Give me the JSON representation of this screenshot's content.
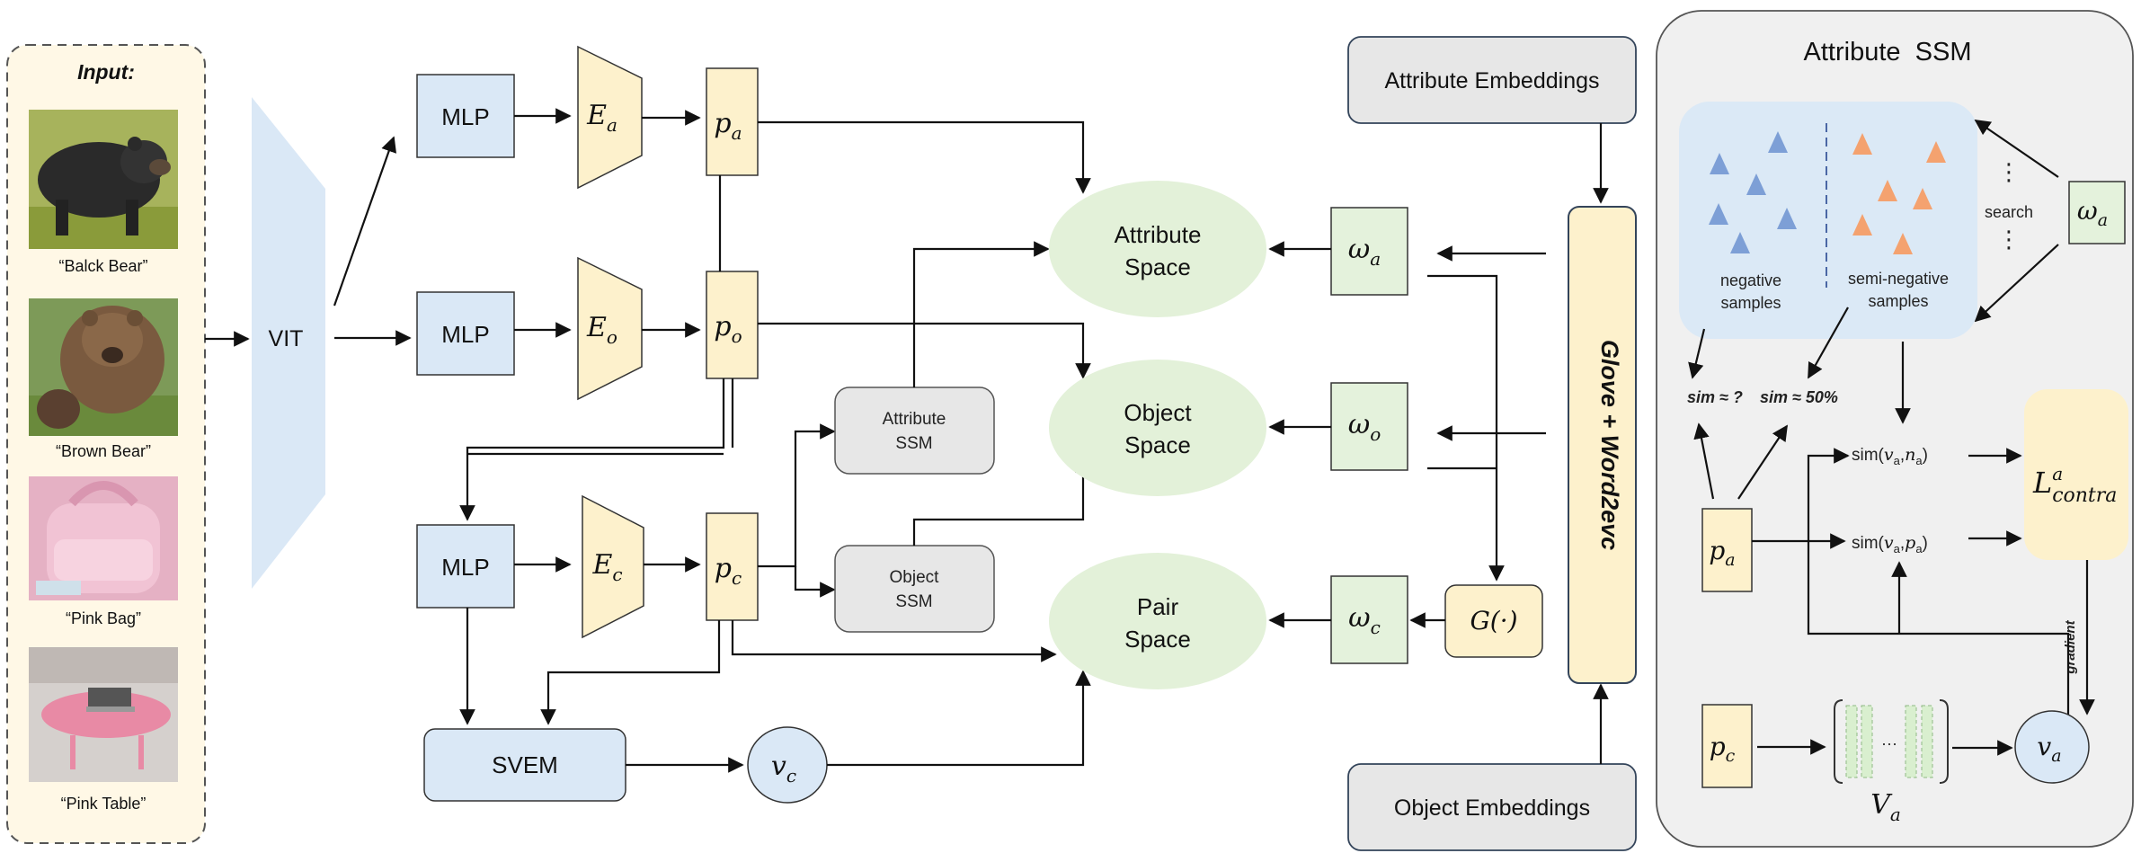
{
  "input_panel": {
    "title": "Input:",
    "items": [
      {
        "caption": "“Balck Bear”",
        "picture": "black-bear-photo"
      },
      {
        "caption": "“Brown Bear”",
        "picture": "brown-bear-photo"
      },
      {
        "caption": "“Pink Bag”",
        "picture": "pink-bag-photo"
      },
      {
        "caption": "“Pink Table”",
        "picture": "pink-table-photo"
      }
    ]
  },
  "encoder": {
    "label": "VIT"
  },
  "branches": {
    "mlp_label": "MLP",
    "attribute": {
      "encoder_base": "E",
      "encoder_sub": "a",
      "prompt_base": "p",
      "prompt_sub": "a"
    },
    "object": {
      "encoder_base": "E",
      "encoder_sub": "o",
      "prompt_base": "p",
      "prompt_sub": "o"
    },
    "composition": {
      "encoder_base": "E",
      "encoder_sub": "c",
      "prompt_base": "p",
      "prompt_sub": "c"
    }
  },
  "ssm_boxes": {
    "attribute": {
      "line1": "Attribute",
      "line2": "SSM"
    },
    "object": {
      "line1": "Object",
      "line2": "SSM"
    }
  },
  "svem": {
    "label": "SVEM",
    "output_base": "v",
    "output_sub": "c"
  },
  "spaces": {
    "attribute": {
      "line1": "Attribute",
      "line2": "Space"
    },
    "object": {
      "line1": "Object",
      "line2": "Space"
    },
    "pair": {
      "line1": "Pair",
      "line2": "Space"
    }
  },
  "weights": {
    "attribute": {
      "base": "ω",
      "sub": "a"
    },
    "object": {
      "base": "ω",
      "sub": "o"
    },
    "composition": {
      "base": "ω",
      "sub": "c"
    },
    "g_function": "G(·)"
  },
  "embeddings": {
    "attribute": "Attribute Embeddings",
    "object": "Object Embeddings",
    "word_vectors": "Glove + Word2evc"
  },
  "ssm_panel": {
    "title": "Attribute  SSM",
    "negative_label_line1": "negative",
    "negative_label_line2": "samples",
    "semi_negative_label_line1": "semi-negative",
    "semi_negative_label_line2": "samples",
    "search_label": "search",
    "omega": {
      "base": "ω",
      "sub": "a"
    },
    "sim_unknown": "sim ≈ ?",
    "sim_half": "sim ≈ 50%",
    "sim_neg": {
      "prefix": "sim(",
      "v": "v",
      "v_sub": "a",
      "sep": ",",
      "n": "n",
      "n_sub": "a",
      "suffix": ")"
    },
    "sim_pos": {
      "prefix": "sim(",
      "v": "v",
      "v_sub": "a",
      "sep": ",",
      "n": "p",
      "n_sub": "a",
      "suffix": ")"
    },
    "pa": {
      "base": "p",
      "sub": "a"
    },
    "pc": {
      "base": "p",
      "sub": "c"
    },
    "loss": {
      "base": "L",
      "sup": "a",
      "sub": "contra"
    },
    "gradient_label": "gradient",
    "va": {
      "base": "v",
      "sub": "a"
    },
    "Va": {
      "base": "V",
      "sub": "a"
    },
    "ellipsis": "···",
    "vdots": "⋮"
  },
  "colors": {
    "mlp_fill": "#dae8f6",
    "yellow_fill": "#fdf1cc",
    "green_fill": "#e4f2dc",
    "space_fill": "#e3f1d9",
    "gray_fill": "#e7e7e7",
    "input_fill": "#fff8e6",
    "panel_fill": "#f0f0f0",
    "blue_triangle": "#7d9fd6",
    "orange_triangle": "#f4a26f"
  }
}
